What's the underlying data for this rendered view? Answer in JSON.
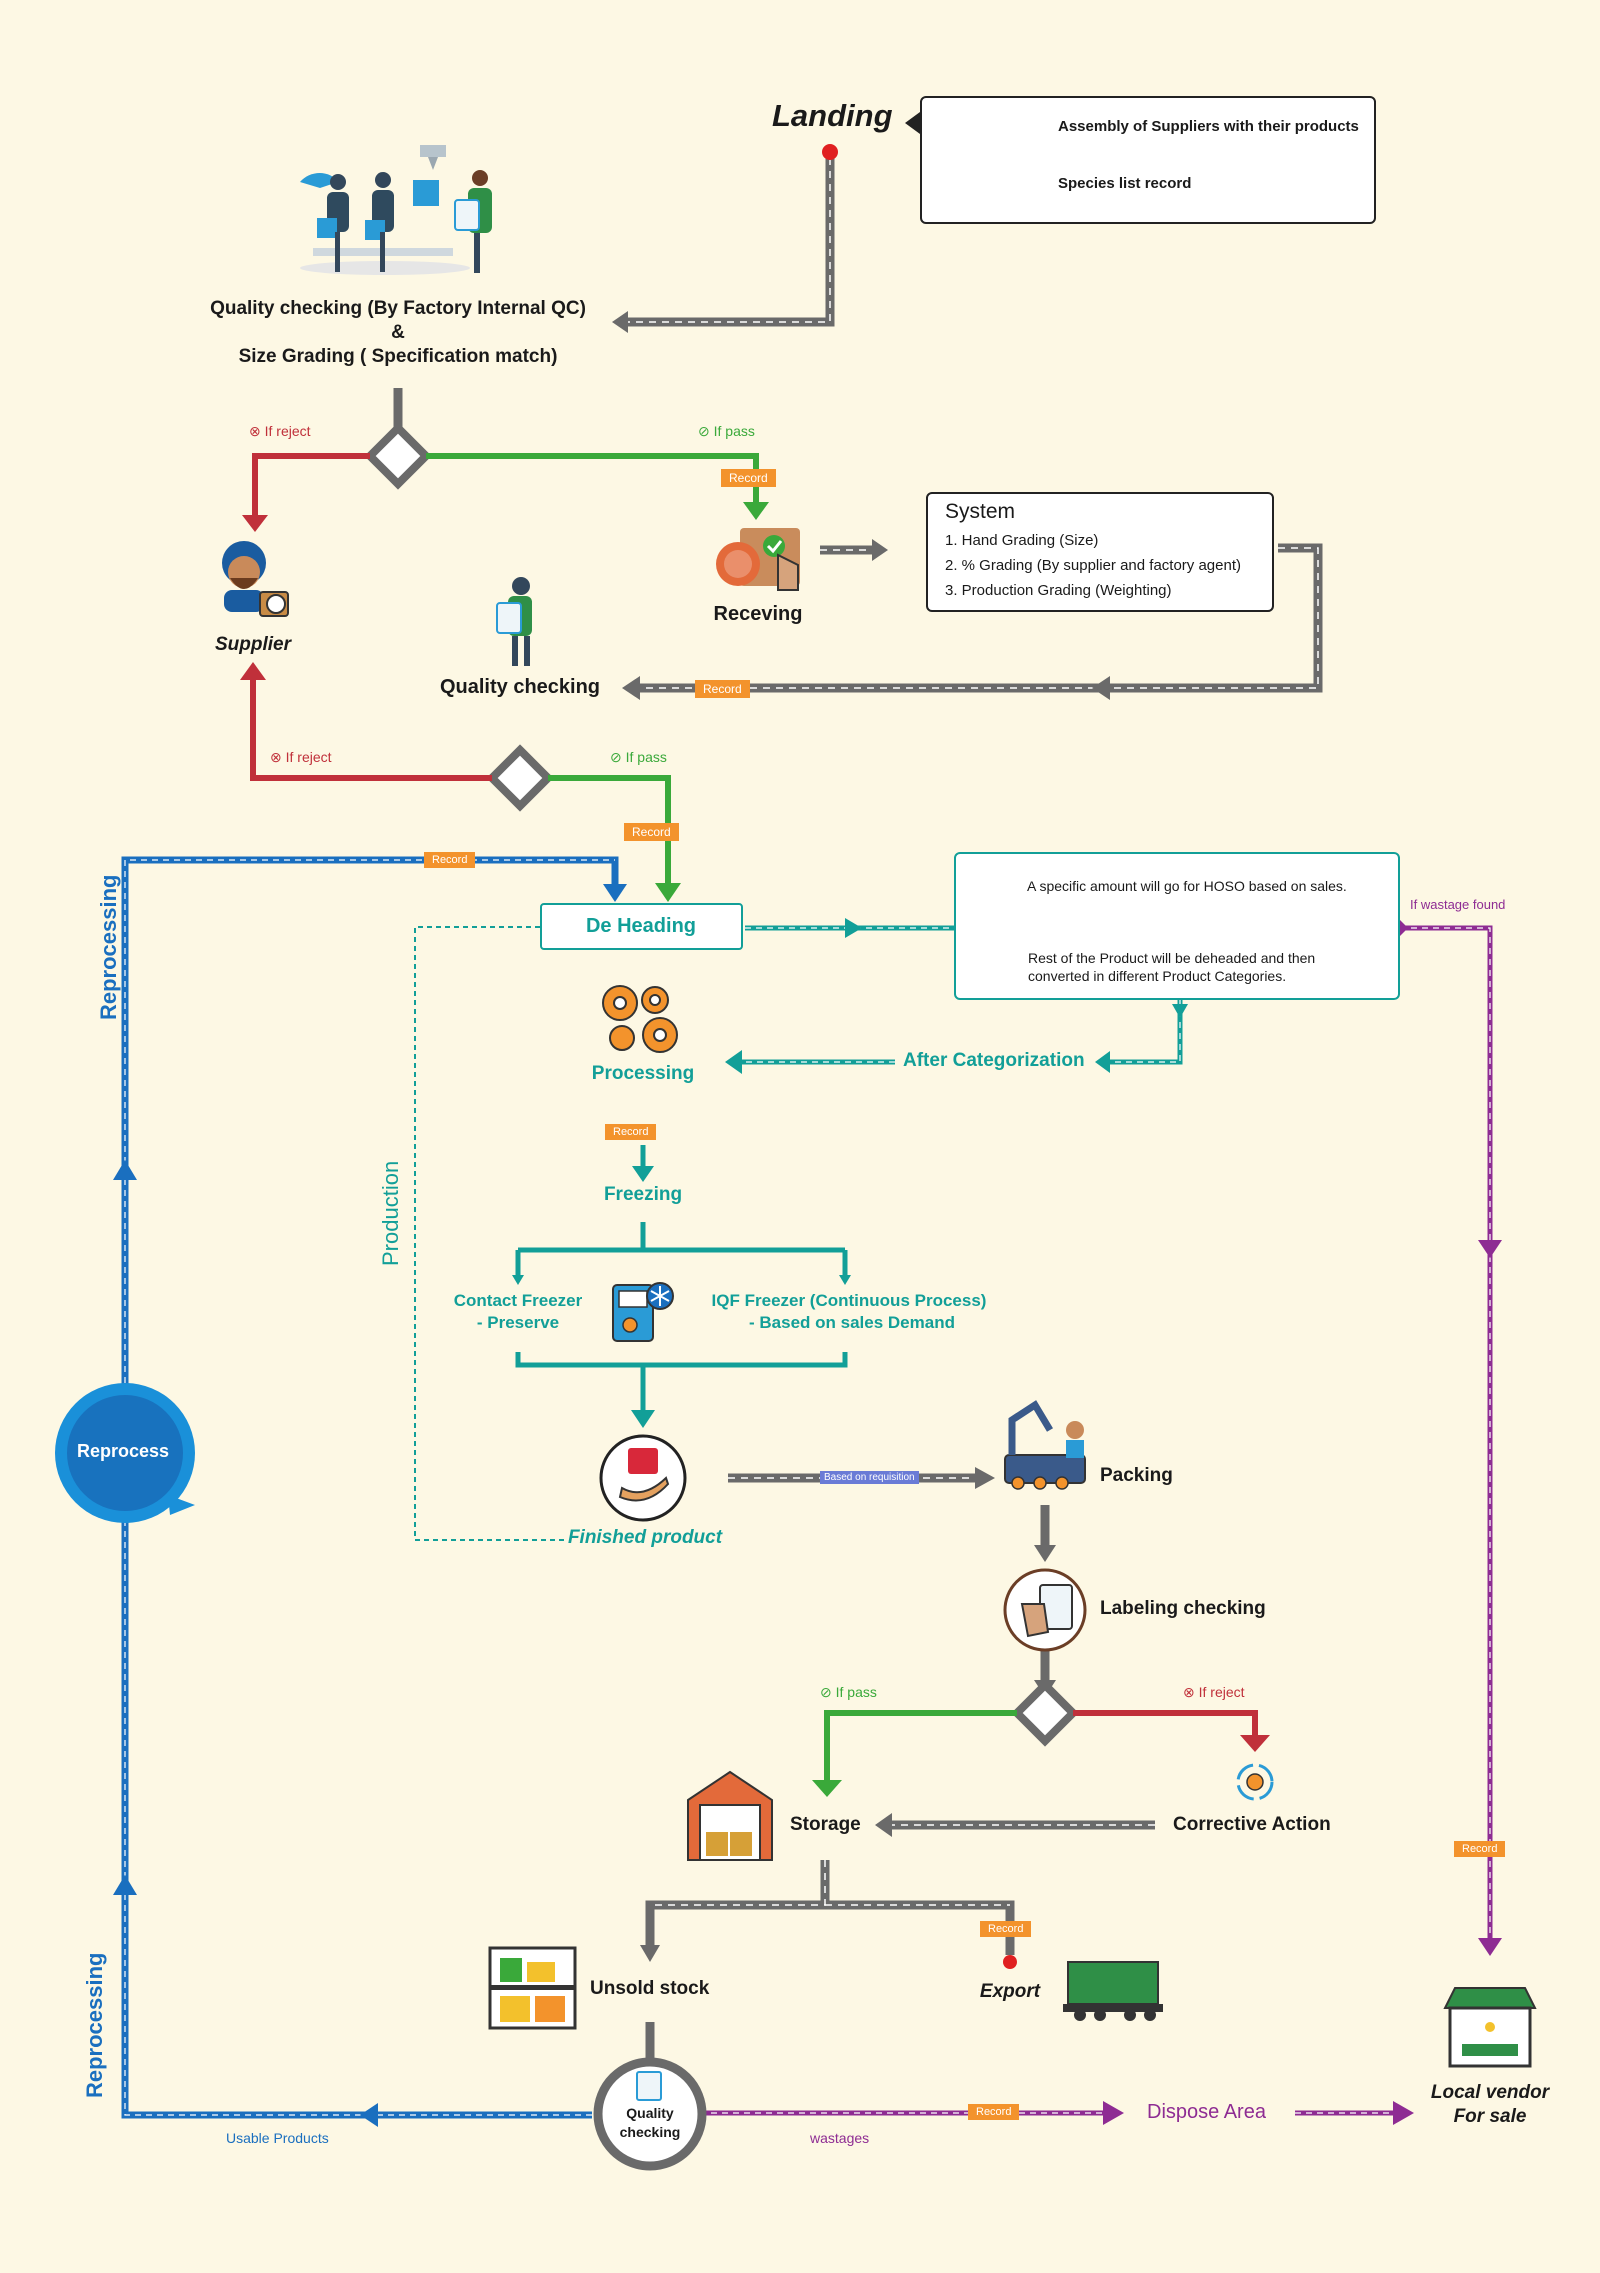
{
  "landing": {
    "title": "Landing",
    "legend": [
      "Assembly of Suppliers with their products",
      "Species list record"
    ]
  },
  "qc1": {
    "line1": "Quality checking (By Factory Internal QC)",
    "line2": "&",
    "line3": "Size Grading ( Specification match)"
  },
  "decision": {
    "reject": "If reject",
    "pass": "If pass"
  },
  "record": "Record",
  "supplier": "Supplier",
  "receiving": "Receving",
  "system": {
    "title": "System",
    "items": [
      "1. Hand Grading (Size)",
      "2. % Grading (By supplier and factory agent)",
      "3. Production Grading (Weighting)"
    ]
  },
  "qc2": "Quality checking",
  "deheading": "De Heading",
  "info": {
    "hoso": "A specific amount will go for HOSO based on sales.",
    "rest1": "Rest of the Product will be deheaded and then",
    "rest2": "converted in different Product Categories."
  },
  "wastage_found": "If wastage found",
  "after_cat": "After Categorization",
  "processing": "Processing",
  "freezing": "Freezing",
  "contact_freezer": {
    "l1": "Contact Freezer",
    "l2": "- Preserve"
  },
  "iqf": {
    "l1": "IQF Freezer (Continuous Process)",
    "l2": "- Based on sales Demand"
  },
  "finished": "Finished product",
  "requisition": "Based on requisition",
  "packing": "Packing",
  "labeling": "Labeling checking",
  "storage": "Storage",
  "corrective": "Corrective Action",
  "unsold": "Unsold stock",
  "export": "Export",
  "qc3": {
    "l1": "Quality",
    "l2": "checking"
  },
  "usable": "Usable Products",
  "wastages": "wastages",
  "dispose": "Dispose Area",
  "vendor": {
    "l1": "Local vendor",
    "l2": "For sale"
  },
  "reprocess": "Reprocess",
  "reprocessing": "Reprocessing",
  "production": "Production",
  "colors": {
    "gray": "#666666",
    "red": "#c0303a",
    "green": "#3aa93a",
    "teal": "#129f98",
    "blue": "#1a6fbf",
    "purple": "#8e2c93",
    "orange": "#f3932c"
  }
}
